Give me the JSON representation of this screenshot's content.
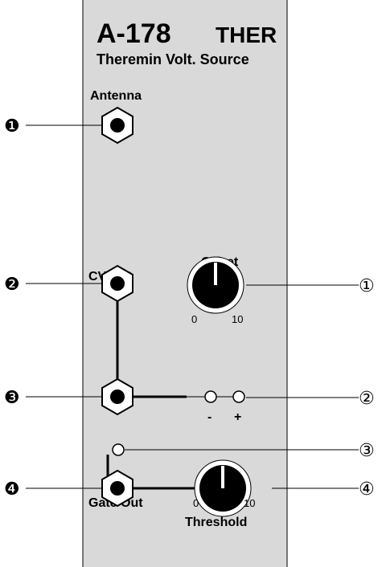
{
  "module": {
    "model": "A-178",
    "short_name": "THER",
    "full_name": "Theremin Volt. Source"
  },
  "labels": {
    "antenna": "Antenna",
    "cv_out": "CV Out",
    "gate_out": "Gate Out",
    "offset": "Offset",
    "threshold": "Threshold",
    "scale_min": "0",
    "scale_max": "10",
    "minus": "-",
    "plus": "+"
  },
  "callouts_left": [
    "❶",
    "❷",
    "❸",
    "❹"
  ],
  "callouts_right": [
    "①",
    "②",
    "③",
    "④"
  ],
  "colors": {
    "panel": "#d9d9d9",
    "ink": "#000000"
  }
}
